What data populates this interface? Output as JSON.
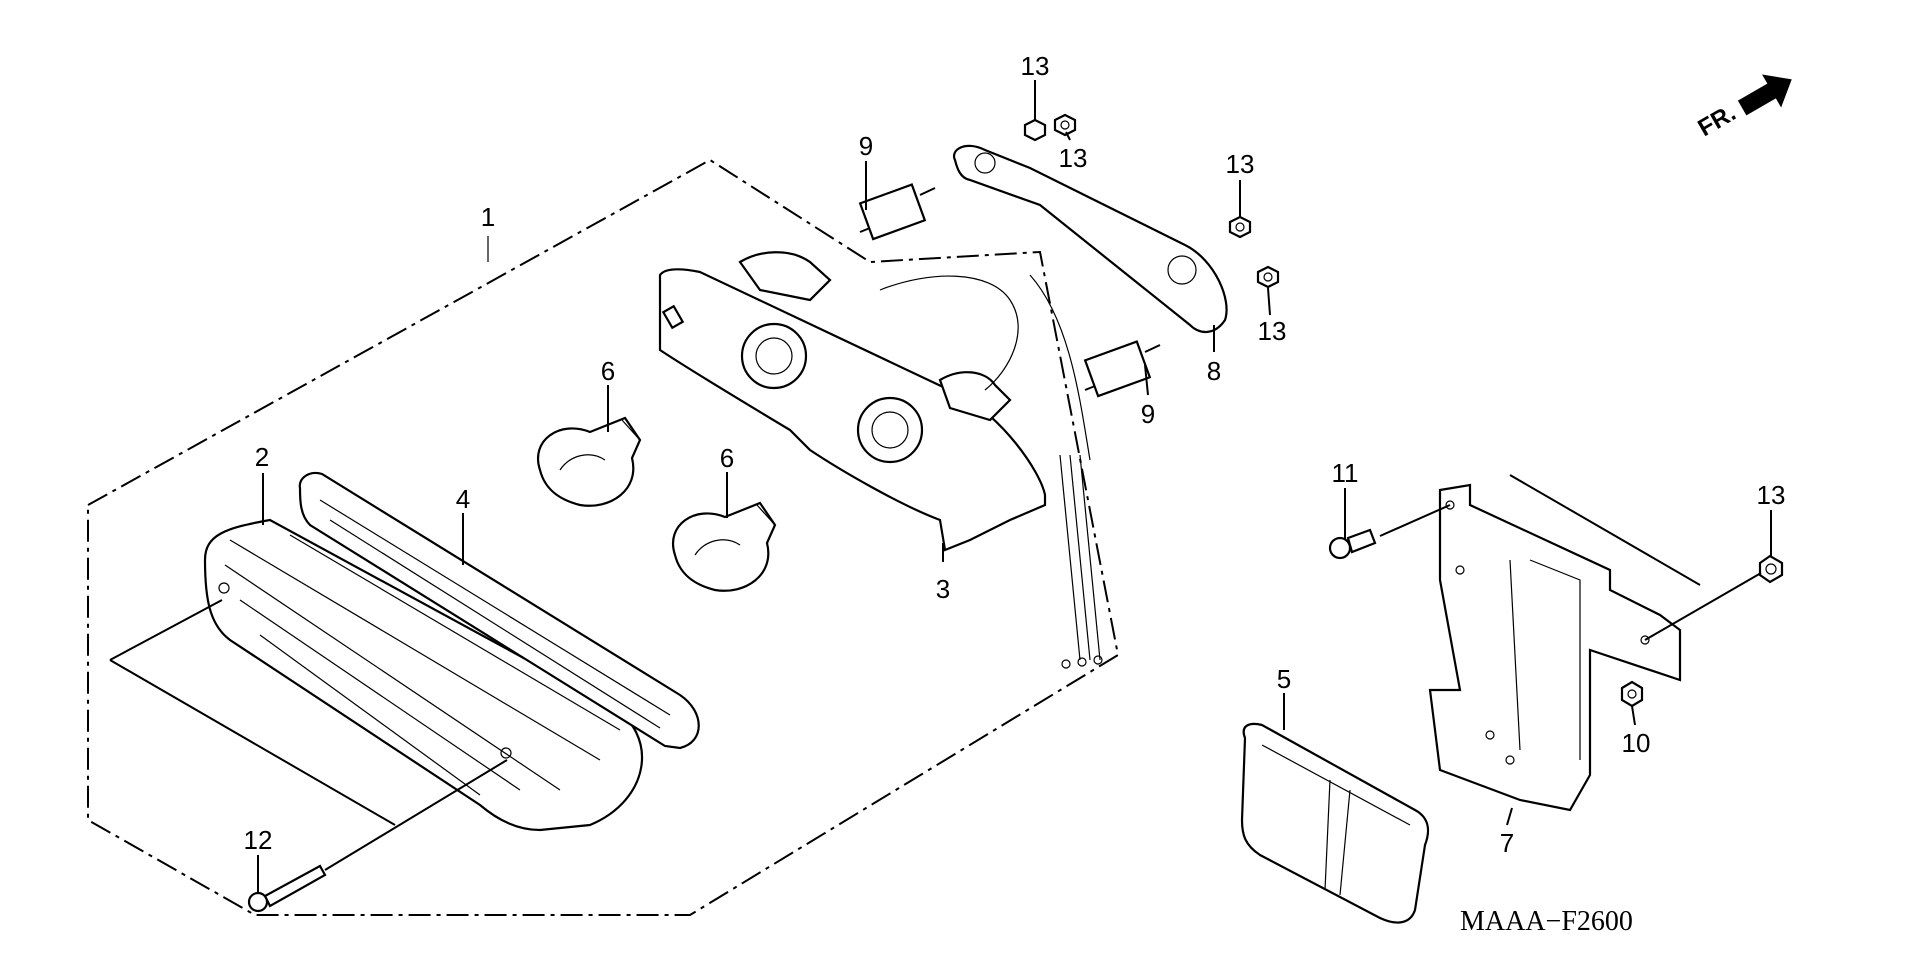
{
  "diagram": {
    "code": "MAAA−F2600",
    "direction_label": "FR.",
    "callouts": {
      "c1": "1",
      "c2": "2",
      "c3": "3",
      "c4": "4",
      "c5": "5",
      "c6a": "6",
      "c6b": "6",
      "c7": "7",
      "c8": "8",
      "c9a": "9",
      "c9b": "9",
      "c10": "10",
      "c11": "11",
      "c12": "12",
      "c13a": "13",
      "c13b": "13",
      "c13c": "13",
      "c13d": "13",
      "c13e": "13"
    }
  }
}
